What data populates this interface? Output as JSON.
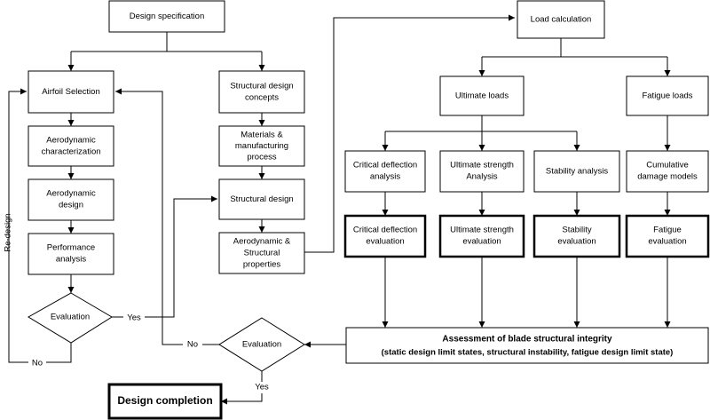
{
  "nodes": {
    "design_spec": "Design specification",
    "airfoil_selection": "Airfoil  Selection",
    "aero_char": [
      "Aerodynamic",
      "characterization"
    ],
    "aero_design": [
      "Aerodynamic",
      "design"
    ],
    "performance": [
      "Performance",
      "analysis"
    ],
    "evaluation_left": "Evaluation",
    "struct_concepts": [
      "Structural design",
      "concepts"
    ],
    "materials": [
      "Materials &",
      "manufacturing",
      "process"
    ],
    "struct_design": "Structural design",
    "aero_struct_props": [
      "Aerodynamic &",
      "Structural",
      "properties"
    ],
    "load_calc": "Load calculation",
    "ultimate_loads": "Ultimate loads",
    "fatigue_loads": "Fatigue loads",
    "crit_def_analysis": [
      "Critical deflection",
      "analysis"
    ],
    "ult_strength_analysis": [
      "Ultimate strength",
      "Analysis"
    ],
    "stability_analysis": "Stability analysis",
    "cum_damage": [
      "Cumulative",
      "damage models"
    ],
    "crit_def_eval": [
      "Critical deflection",
      "evaluation"
    ],
    "ult_strength_eval": [
      "Ultimate strength",
      "evaluation"
    ],
    "stability_eval": [
      "Stability",
      "evaluation"
    ],
    "fatigue_eval": [
      "Fatigue",
      "evaluation"
    ],
    "assessment": [
      "Assessment of blade structural integrity",
      "(static design limit states, structural instability, fatigue design limit state)"
    ],
    "evaluation_bottom": "Evaluation",
    "design_completion": "Design completion"
  },
  "edge_labels": {
    "redesign": "Re-design",
    "yes_left": "Yes",
    "no_left": "No",
    "no_bottom": "No",
    "yes_bottom": "Yes"
  }
}
